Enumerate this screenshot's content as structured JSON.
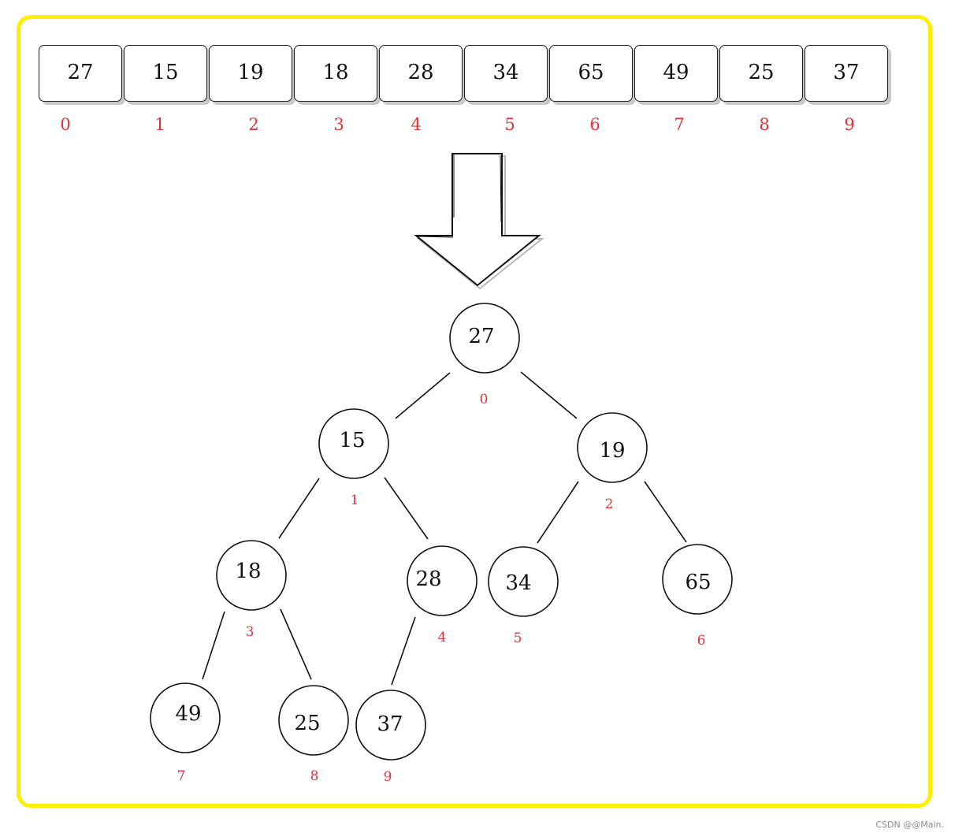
{
  "array": {
    "values": [
      "27",
      "15",
      "19",
      "18",
      "28",
      "34",
      "65",
      "49",
      "25",
      "37"
    ],
    "indices": [
      "0",
      "1",
      "2",
      "3",
      "4",
      "5",
      "6",
      "7",
      "8",
      "9"
    ]
  },
  "tree": {
    "nodes": [
      {
        "value": "27",
        "index": "0"
      },
      {
        "value": "15",
        "index": "1"
      },
      {
        "value": "19",
        "index": "2"
      },
      {
        "value": "18",
        "index": "3"
      },
      {
        "value": "28",
        "index": "4"
      },
      {
        "value": "34",
        "index": "5"
      },
      {
        "value": "65",
        "index": "6"
      },
      {
        "value": "49",
        "index": "7"
      },
      {
        "value": "25",
        "index": "8"
      },
      {
        "value": "37",
        "index": "9"
      }
    ]
  },
  "colors": {
    "frame": "#ffee00",
    "index_label": "#e0313a",
    "stroke": "#111111"
  },
  "watermark": "CSDN @@Main."
}
